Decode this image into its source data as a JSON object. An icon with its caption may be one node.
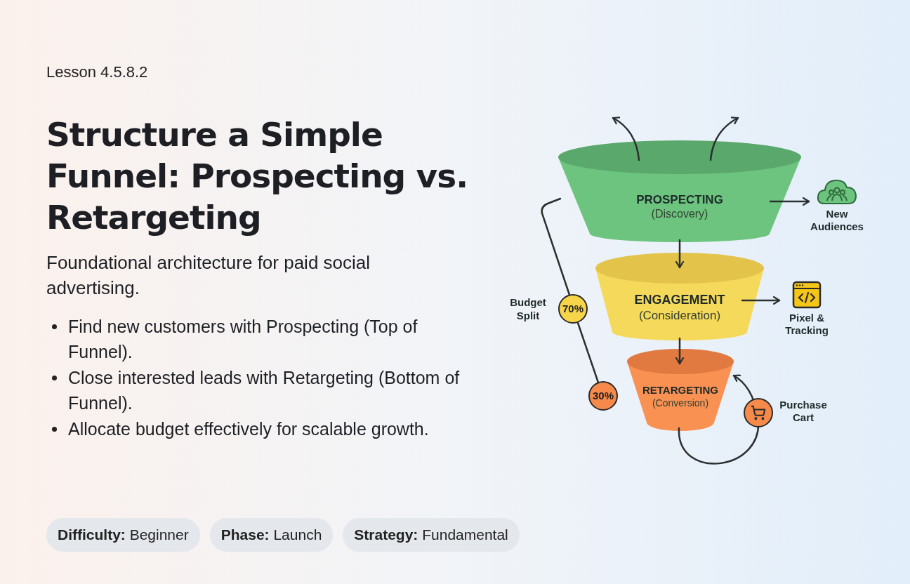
{
  "diagram": {
    "title": "Structure a Simple Funnel: Prospecting vs. Retargeting",
    "nodes": [
      {
        "text": [
          "PROSPECTING",
          "(Discovery)"
        ]
      },
      {
        "text": [
          "ENGAGEMENT",
          "(Consideration)"
        ]
      },
      {
        "text": [
          "RETARGETING",
          "(Conversion)"
        ]
      },
      {
        "text": [
          "New Audiences"
        ]
      },
      {
        "text": [
          "Pixel & Tracking"
        ]
      },
      {
        "text": [
          "70%"
        ],
        "beside": [
          "Budget Split"
        ]
      },
      {
        "text": [
          "30%"
        ]
      }
    ],
    "edges": [
      {
        "from": 0,
        "to": 1,
        "arrow": "to"
      },
      {
        "from": 1,
        "to": 2,
        "arrow": "to"
      },
      {
        "from": 0,
        "to": 3,
        "arrow": "to"
      },
      {
        "from": 1,
        "to": 4,
        "arrow": "to"
      },
      {
        "from": 2,
        "to": 2,
        "arrow": "to",
        "label": "Purchase Cart"
      },
      {
        "from": 0,
        "to": 5,
        "arrow": "none"
      },
      {
        "from": 5,
        "to": 6,
        "arrow": "none"
      },
      {
        "from": 0,
        "to": null,
        "arrow": "to"
      },
      {
        "from": 0,
        "to": null,
        "arrow": "to"
      }
    ],
    "labels": [
      "Lesson 4.5.8.2",
      "Foundational architecture for paid social advertising.",
      "Find new customers with Prospecting (Top of Funnel).",
      "Close interested leads with Retargeting (Bottom of Funnel).",
      "Allocate budget effectively for scalable growth.",
      "**Difficulty:** Beginner",
      "**Phase:** Launch",
      "**Strategy:** Fundamental"
    ]
  }
}
